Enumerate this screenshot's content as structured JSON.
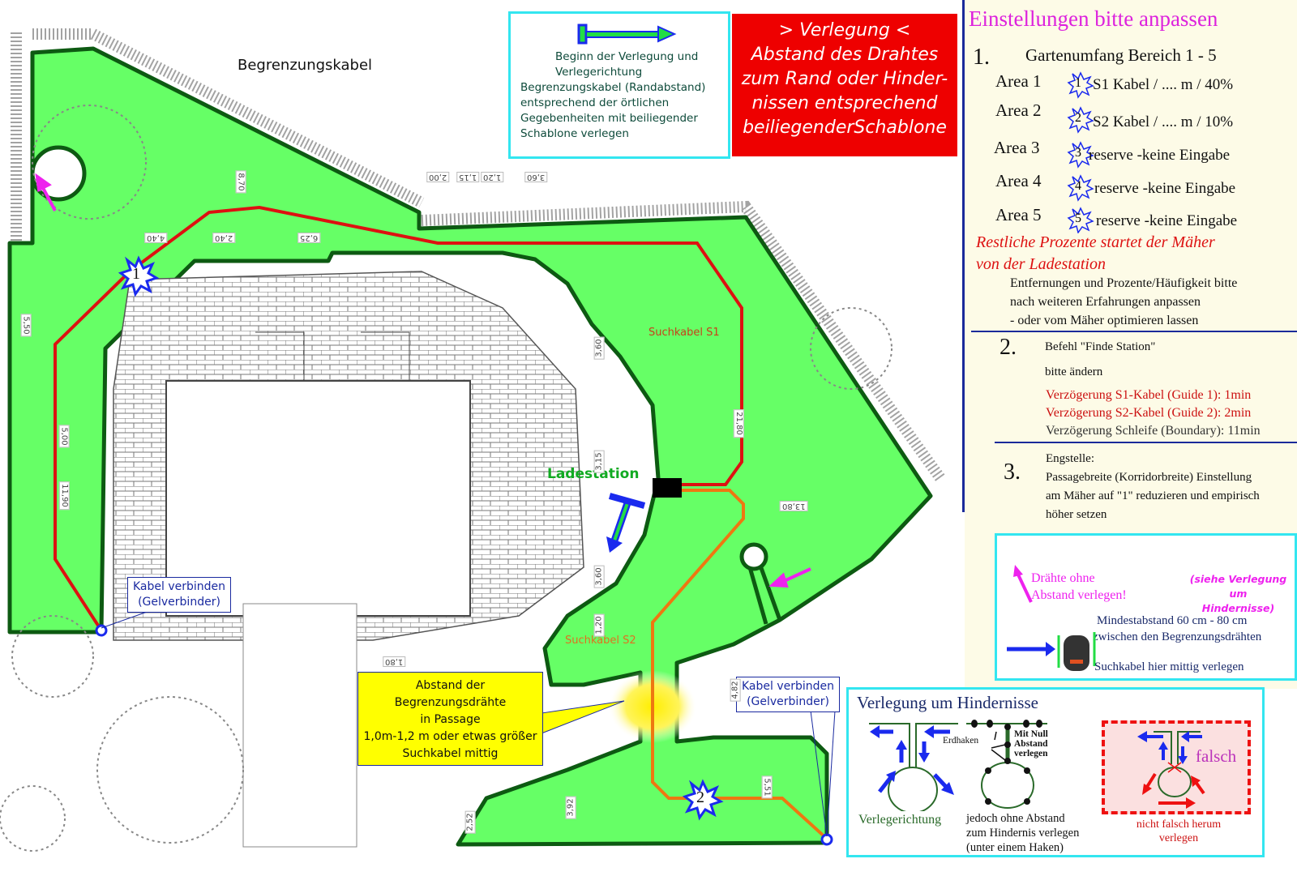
{
  "colors": {
    "lawn": "#66ff66",
    "boundary": "#0d5a12",
    "s1_cable": "#dd1111",
    "s2_cable": "#ee7711",
    "accent_red": "#ee0000",
    "accent_cyan": "#33e6f0",
    "panel_bg": "#fdfbe7",
    "title_magenta": "#dd22dd"
  },
  "plan": {
    "boundary_label": "Begrenzungskabel",
    "s1_label": "Suchkabel S1",
    "s2_label": "Suchkabel S2",
    "station_label": "Ladestation",
    "connector_1": [
      "Kabel verbinden",
      "(Gelverbinder)"
    ],
    "connector_2": [
      "Kabel verbinden",
      "(Gelverbinder)"
    ],
    "area_markers": [
      "1",
      "2"
    ],
    "passage_note": [
      "Abstand der",
      "Begrenzungsdrähte",
      "in Passage",
      "1,0m-1,2 m oder etwas größer",
      "Suchkabel mittig"
    ],
    "dimensions": [
      "8,70",
      "4,40",
      "2,40",
      "6,25",
      "5,50",
      "5,00",
      "11,90",
      "21,80",
      "13,80",
      "3,60",
      "1,20",
      "1,15",
      "2,00",
      "3,60",
      "3,15",
      "3,60",
      "1,20",
      "1,80",
      "3,92",
      "2,52",
      "5,51",
      "4,82"
    ]
  },
  "legend_start": {
    "lines": [
      "Beginn der Verlegung und",
      "Verlegerichtung",
      "Begrenzungskabel (Randabstand)",
      "entsprechend der örtlichen",
      "Gegebenheiten mit beiliegender",
      "Schablone verlegen"
    ]
  },
  "red_note": {
    "lines": [
      "> Verlegung <",
      "Abstand des Drahtes",
      "zum Rand oder Hinder-",
      "nissen entsprechend",
      "beiliegenderSchablone"
    ]
  },
  "settings": {
    "title": "Einstellungen bitte anpassen",
    "s1_num": "1.",
    "s1_heading": "Gartenumfang Bereich 1 - 5",
    "areas": [
      {
        "label": "Area 1",
        "num": "1",
        "text": "S1 Kabel / .... m / 40%"
      },
      {
        "label": "Area 2",
        "num": "2",
        "text": "S2 Kabel / .... m / 10%"
      },
      {
        "label": "Area 3",
        "num": "3",
        "text": "reserve -keine Eingabe"
      },
      {
        "label": "Area 4",
        "num": "4",
        "text": "reserve -keine Eingabe"
      },
      {
        "label": "Area 5",
        "num": "5",
        "text": "reserve -keine Eingabe"
      }
    ],
    "rest_note": [
      "Restliche Prozente  startet der Mäher",
      "von der Ladestation"
    ],
    "adjust_note": [
      "Entfernungen und Prozente/Häufigkeit bitte",
      "nach weiteren Erfahrungen anpassen",
      "- oder vom Mäher optimieren lassen"
    ],
    "s2_num": "2.",
    "s2_lines": [
      "Befehl \"Finde Station\"",
      "bitte ändern"
    ],
    "s2_delays": [
      "Verzögerung S1-Kabel (Guide 1): 1min",
      "Verzögerung S2-Kabel (Guide 2): 2min",
      "Verzögerung Schleife (Boundary): 11min"
    ],
    "s3_num": "3.",
    "s3_lines": [
      "Engstelle:",
      "Passagebreite (Korridorbreite) Einstellung",
      "am Mäher auf \"1\" reduzieren und empirisch",
      "höher setzen"
    ]
  },
  "distance_box": {
    "wires_note": [
      "Drähte ohne",
      "Abstand verlegen!"
    ],
    "see_note": [
      "(siehe Verlegung um",
      "Hindernisse)"
    ],
    "min_distance": [
      "Mindestabstand 60 cm - 80 cm",
      "zwischen den Begrenzungsdrähten"
    ],
    "guide_center": "Suchkabel hier mittig verlegen"
  },
  "obstacles": {
    "title": "Verlegung um Hindernisse",
    "direction_label": "Verlegerichtung",
    "hooks_label": "Erdhaken",
    "zero_label": [
      "Mit Null",
      "Abstand",
      "verlegen"
    ],
    "note": [
      "jedoch ohne Abstand",
      "zum Hindernis verlegen",
      "(unter einem Haken)"
    ],
    "wrong_label": "falsch",
    "wrong_note": [
      "nicht falsch herum",
      "verlegen"
    ]
  }
}
